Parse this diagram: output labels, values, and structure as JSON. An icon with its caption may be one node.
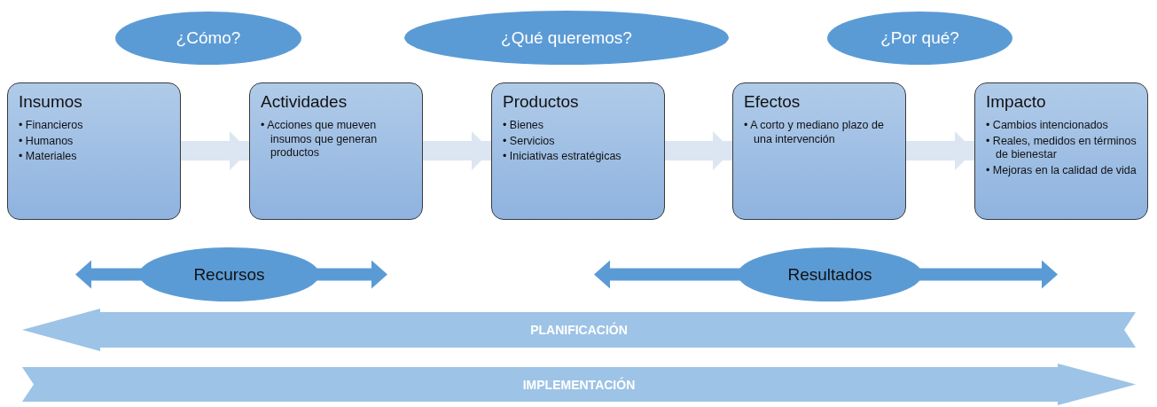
{
  "diagram": {
    "nodes": [
      {
        "text": [
          "¿Cómo?"
        ]
      },
      {
        "text": [
          "¿Qué queremos?"
        ]
      },
      {
        "text": [
          "¿Por qué?"
        ]
      },
      {
        "text": [
          "Insumos",
          "• Financieros",
          "• Humanos",
          "• Materiales"
        ]
      },
      {
        "text": [
          "Actividades",
          "• Acciones que mueven insumos que generan productos"
        ]
      },
      {
        "text": [
          "Productos",
          "• Bienes",
          "• Servicios",
          "• Iniciativas estratégicas"
        ]
      },
      {
        "text": [
          "Efectos",
          "• A corto y mediano plazo de una intervención"
        ]
      },
      {
        "text": [
          "Impacto",
          "• Cambios intencionados",
          "• Reales, medidos en términos de bienestar",
          "• Mejoras en la calidad de vida"
        ]
      },
      {
        "text": [
          "Recursos"
        ]
      },
      {
        "text": [
          "Resultados"
        ]
      },
      {
        "text": [
          "PLANIFICACIÓN"
        ]
      },
      {
        "text": [
          "IMPLEMENTACIÓN"
        ]
      }
    ],
    "edges": [
      {
        "from": 3,
        "to": 4,
        "arrow": "to"
      },
      {
        "from": 4,
        "to": 5,
        "arrow": "to"
      },
      {
        "from": 5,
        "to": 6,
        "arrow": "to"
      },
      {
        "from": 6,
        "to": 7,
        "arrow": "to"
      }
    ]
  }
}
